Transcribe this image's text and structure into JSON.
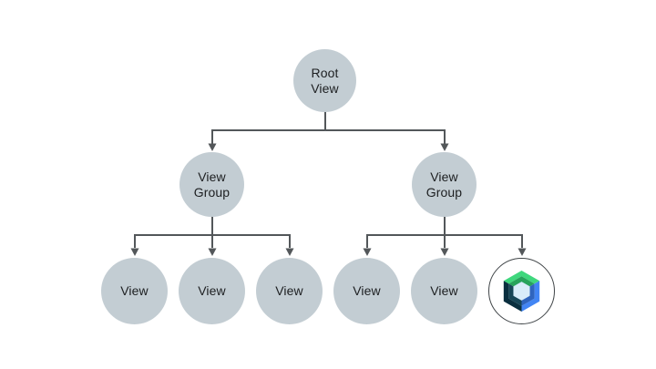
{
  "diagram": {
    "type": "tree",
    "description": "Android view hierarchy tree with a Jetpack Compose node",
    "background": "#ffffff",
    "colors": {
      "node_fill": "#c3cdd3",
      "connector": "#53575a",
      "label_text": "#1d1f21",
      "compose_node_ring": "#3f4447",
      "compose_node_fill": "#ffffff"
    },
    "compose_logo_colors": {
      "green": "#3fd77d",
      "green_dark": "#27a35c",
      "blue": "#4285f4",
      "blue_dark": "#2f64be",
      "navy": "#0a2f3f",
      "navy_light": "#174657",
      "center_hex": "#d8ecfa"
    },
    "nodes": {
      "root": {
        "label": "Root\nView"
      },
      "view_group_left": {
        "label": "View\nGroup"
      },
      "view_group_right": {
        "label": "View\nGroup"
      },
      "view_1": {
        "label": "View"
      },
      "view_2": {
        "label": "View"
      },
      "view_3": {
        "label": "View"
      },
      "view_4": {
        "label": "View"
      },
      "view_5": {
        "label": "View"
      },
      "compose": {
        "icon": "jetpack-compose-logo"
      }
    },
    "edges": [
      "root -> view_group_left",
      "root -> view_group_right",
      "view_group_left -> view_1",
      "view_group_left -> view_2",
      "view_group_left -> view_3",
      "view_group_right -> view_4",
      "view_group_right -> view_5",
      "view_group_right -> compose"
    ]
  }
}
